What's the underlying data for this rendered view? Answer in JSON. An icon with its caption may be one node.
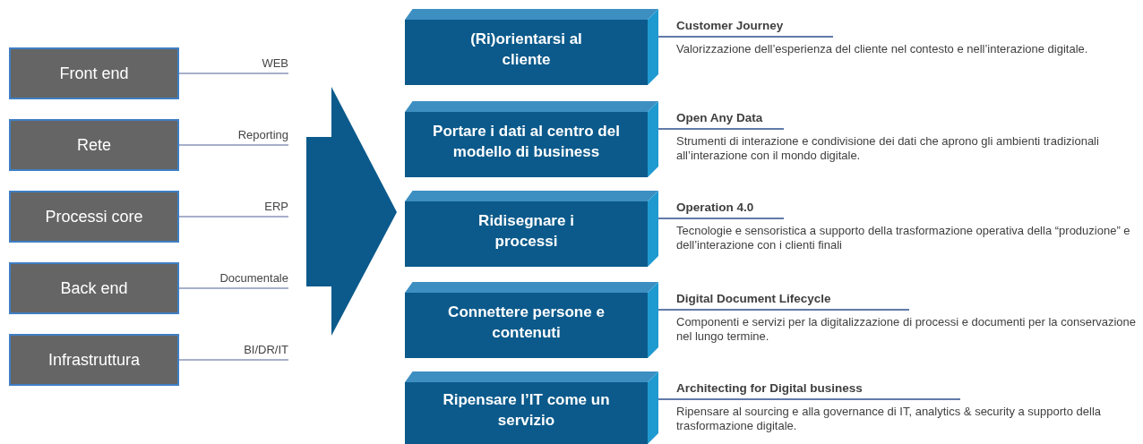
{
  "diagram": {
    "nodes": [
      {
        "text": [
          "Front end"
        ]
      },
      {
        "text": [
          "Rete"
        ]
      },
      {
        "text": [
          "Processi core"
        ]
      },
      {
        "text": [
          "Back end"
        ]
      },
      {
        "text": [
          "Infrastruttura"
        ]
      },
      {
        "text": [],
        "shape": "arrow"
      },
      {
        "text": [
          "(Ri)orientarsi al cliente"
        ],
        "beside": [
          "Customer Journey",
          "Valorizzazione dell’esperienza del cliente nel contesto e nell’interazione digitale."
        ]
      },
      {
        "text": [
          "Portare i dati al centro del modello di business"
        ],
        "beside": [
          "Open Any Data",
          "Strumenti di interazione e condivisione dei dati che aprono gli ambienti tradizionali all’interazione con il mondo digitale."
        ]
      },
      {
        "text": [
          "Ridisegnare i processi"
        ],
        "beside": [
          "Operation 4.0",
          "Tecnologie e sensoristica a supporto della trasformazione operativa della “produzione” e dell’interazione con i clienti finali"
        ]
      },
      {
        "text": [
          "Connettere persone e contenuti"
        ],
        "beside": [
          "Digital Document Lifecycle",
          "Componenti e servizi per la digitalizzazione di processi e documenti per la conservazione nel lungo termine."
        ]
      },
      {
        "text": [
          "Ripensare l’IT come un servizio"
        ],
        "beside": [
          "Architecting for Digital business",
          "Ripensare al sourcing e alla governance di IT, analytics & security a supporto della trasformazione digitale."
        ]
      }
    ],
    "edges": [
      {
        "from": 0,
        "to": null,
        "arrow": "none",
        "label": "WEB"
      },
      {
        "from": 1,
        "to": null,
        "arrow": "none",
        "label": "Reporting"
      },
      {
        "from": 2,
        "to": null,
        "arrow": "none",
        "label": "ERP"
      },
      {
        "from": 3,
        "to": null,
        "arrow": "none",
        "label": "Documentale"
      },
      {
        "from": 4,
        "to": null,
        "arrow": "none",
        "label": "BI/DR/IT"
      },
      {
        "from": 6,
        "to": null,
        "arrow": "none",
        "color": "#2c4f8c"
      },
      {
        "from": 7,
        "to": null,
        "arrow": "none",
        "color": "#2c4f8c"
      },
      {
        "from": 8,
        "to": null,
        "arrow": "none",
        "color": "#2c4f8c"
      },
      {
        "from": 9,
        "to": null,
        "arrow": "none",
        "color": "#2c4f8c"
      },
      {
        "from": 10,
        "to": null,
        "arrow": "none",
        "color": "#2c4f8c"
      }
    ]
  }
}
